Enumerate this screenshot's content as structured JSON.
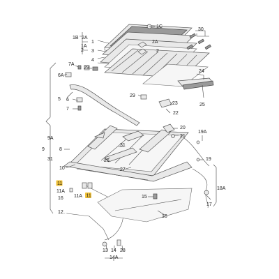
{
  "callouts": {
    "c1C": "1C",
    "c1": "1",
    "c2": "2",
    "c3": "3",
    "c2A": "2A",
    "c1B": "1B",
    "c1A": "1A",
    "c2Ai": "2A",
    "c2i": "2",
    "c30": "30",
    "c7A": "7A",
    "c29a": "29",
    "c4": "4",
    "c6A": "6A",
    "c24": "24",
    "c25": "25",
    "c5": "5",
    "c6": "6",
    "c7": "7",
    "c29b": "29",
    "c23": "23",
    "c22": "22",
    "c20": "20",
    "c19A": "19A",
    "c9A": "9A",
    "c9": "9",
    "c31a": "31",
    "c8": "8",
    "c21": "21",
    "c26": "26",
    "c19": "19",
    "c31b": "31",
    "c27": "27",
    "c10": "10",
    "c11a": "11",
    "c11A": "11A",
    "c16a": "16",
    "c11Ab": "11A",
    "c11b": "11",
    "c15": "15",
    "c18A": "18A",
    "c17": "17",
    "c12": "12",
    "c16b": "16",
    "c13": "13",
    "c14": "14",
    "c28": "28",
    "c14A": "14A"
  }
}
